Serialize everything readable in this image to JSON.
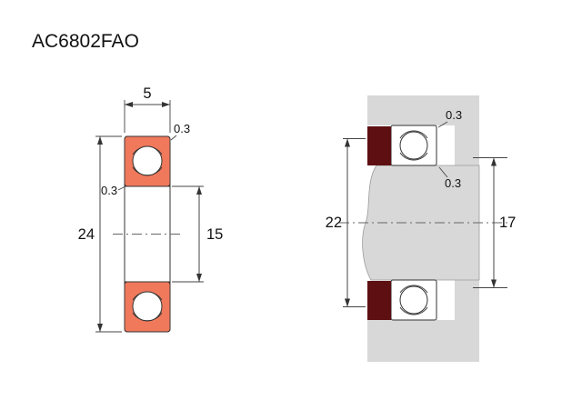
{
  "title": "AC6802FAO",
  "colors": {
    "ring_orange": "#f0795c",
    "seal_maroon": "#5e0f11",
    "metal_gray": "#d8d8d8"
  },
  "cross_section_view": {
    "width": "5",
    "outer_diameter": "24",
    "bore_diameter": "15",
    "chamfer_outer": "0.3",
    "chamfer_inner": "0.3"
  },
  "mounting_view": {
    "housing_shoulder_diameter": "22",
    "shaft_shoulder_diameter": "17",
    "chamfer_outer": "0.3",
    "chamfer_inner": "0.3"
  }
}
